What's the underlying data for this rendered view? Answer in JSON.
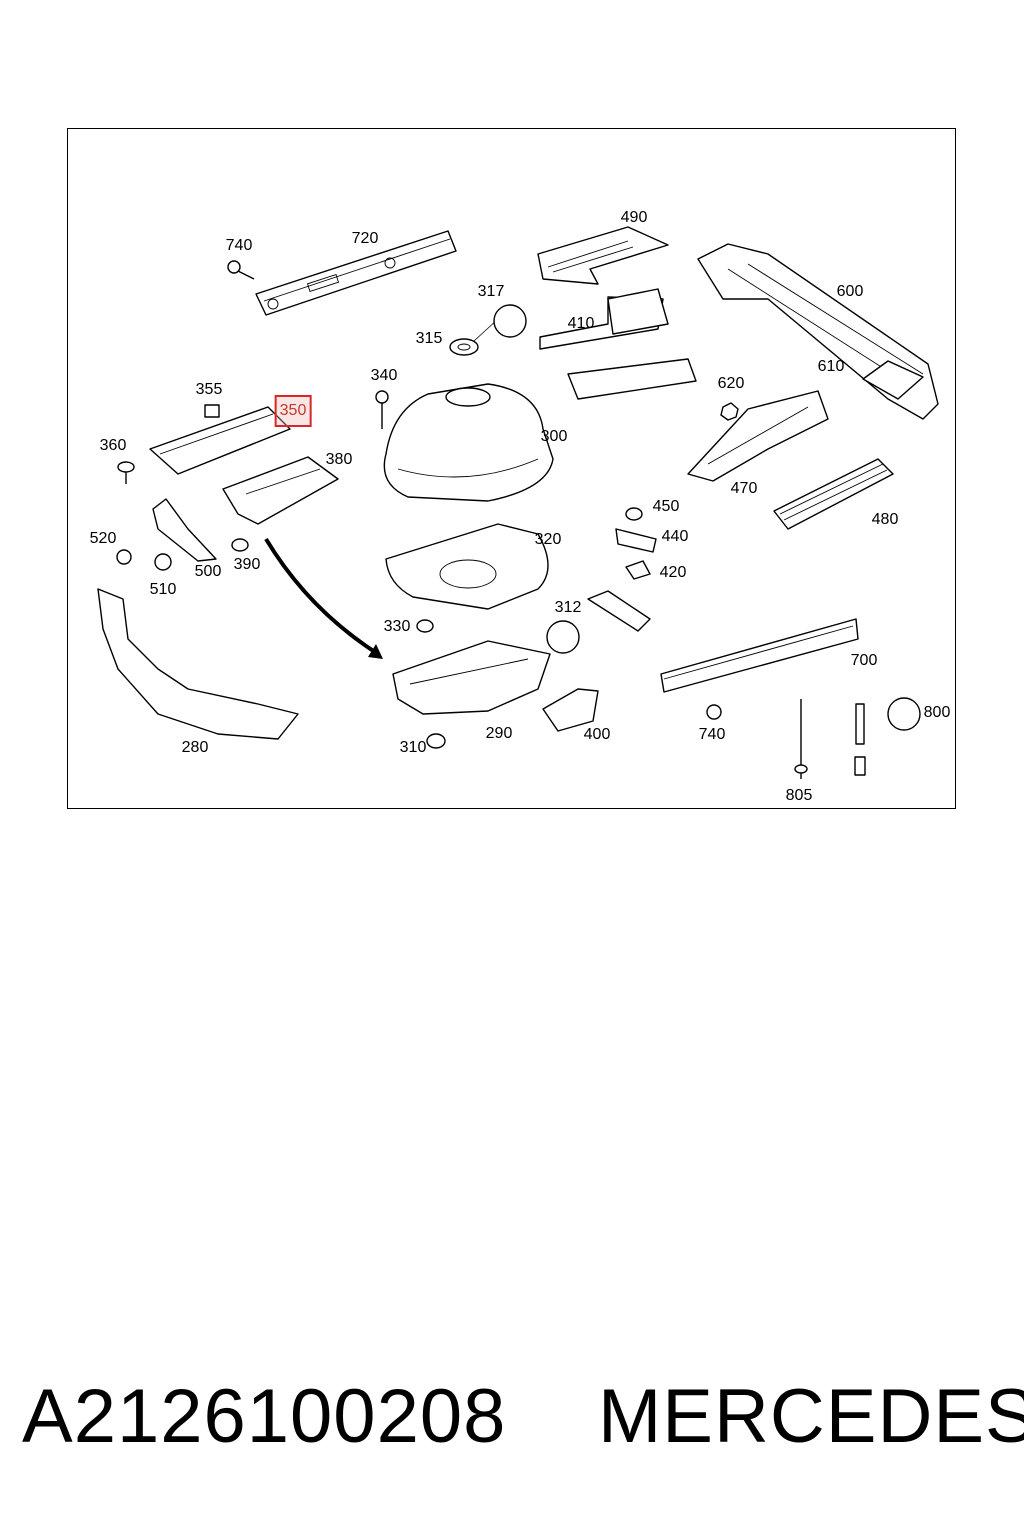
{
  "callouts": [
    {
      "label": "740"
    },
    {
      "label": "720"
    },
    {
      "label": "490"
    },
    {
      "label": "317"
    },
    {
      "label": "600"
    },
    {
      "label": "410"
    },
    {
      "label": "315"
    },
    {
      "label": "340"
    },
    {
      "label": "610"
    },
    {
      "label": "620"
    },
    {
      "label": "355"
    },
    {
      "label": "350",
      "highlighted": true
    },
    {
      "label": "300"
    },
    {
      "label": "360"
    },
    {
      "label": "380"
    },
    {
      "label": "470"
    },
    {
      "label": "450"
    },
    {
      "label": "480"
    },
    {
      "label": "520"
    },
    {
      "label": "440"
    },
    {
      "label": "320"
    },
    {
      "label": "510"
    },
    {
      "label": "500"
    },
    {
      "label": "390"
    },
    {
      "label": "420"
    },
    {
      "label": "312"
    },
    {
      "label": "330"
    },
    {
      "label": "700"
    },
    {
      "label": "800"
    },
    {
      "label": "280"
    },
    {
      "label": "290"
    },
    {
      "label": "400"
    },
    {
      "label": "740"
    },
    {
      "label": "310"
    },
    {
      "label": "805"
    }
  ],
  "footer": {
    "part_number": "A2126100208",
    "brand": "MERCEDES"
  },
  "colors": {
    "highlight_border": "#d62828",
    "line": "#000000"
  }
}
